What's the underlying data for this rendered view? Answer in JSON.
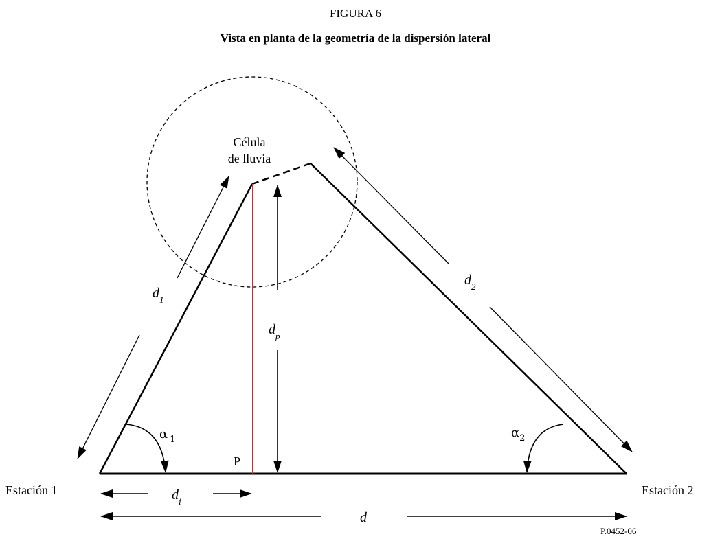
{
  "figure": {
    "label": "FIGURA 6",
    "title": "Vista en planta de la geometría de la dispersión lateral",
    "code": "P.0452-06"
  },
  "labels": {
    "rain_cell_line1": "Célula",
    "rain_cell_line2": "de lluvia",
    "station1": "Estación  1",
    "station2": "Estación  2",
    "point_p": "P",
    "d1": "d",
    "d1_sub": "1",
    "d2": "d",
    "d2_sub": "2",
    "dp": "d",
    "dp_sub": "p",
    "di": "d",
    "di_sub": "i",
    "d": "d",
    "alpha1": "α",
    "alpha1_sub": "1",
    "alpha2": "α",
    "alpha2_sub": "2"
  },
  "colors": {
    "line": "#000000",
    "perpendicular": "#e0262b"
  }
}
